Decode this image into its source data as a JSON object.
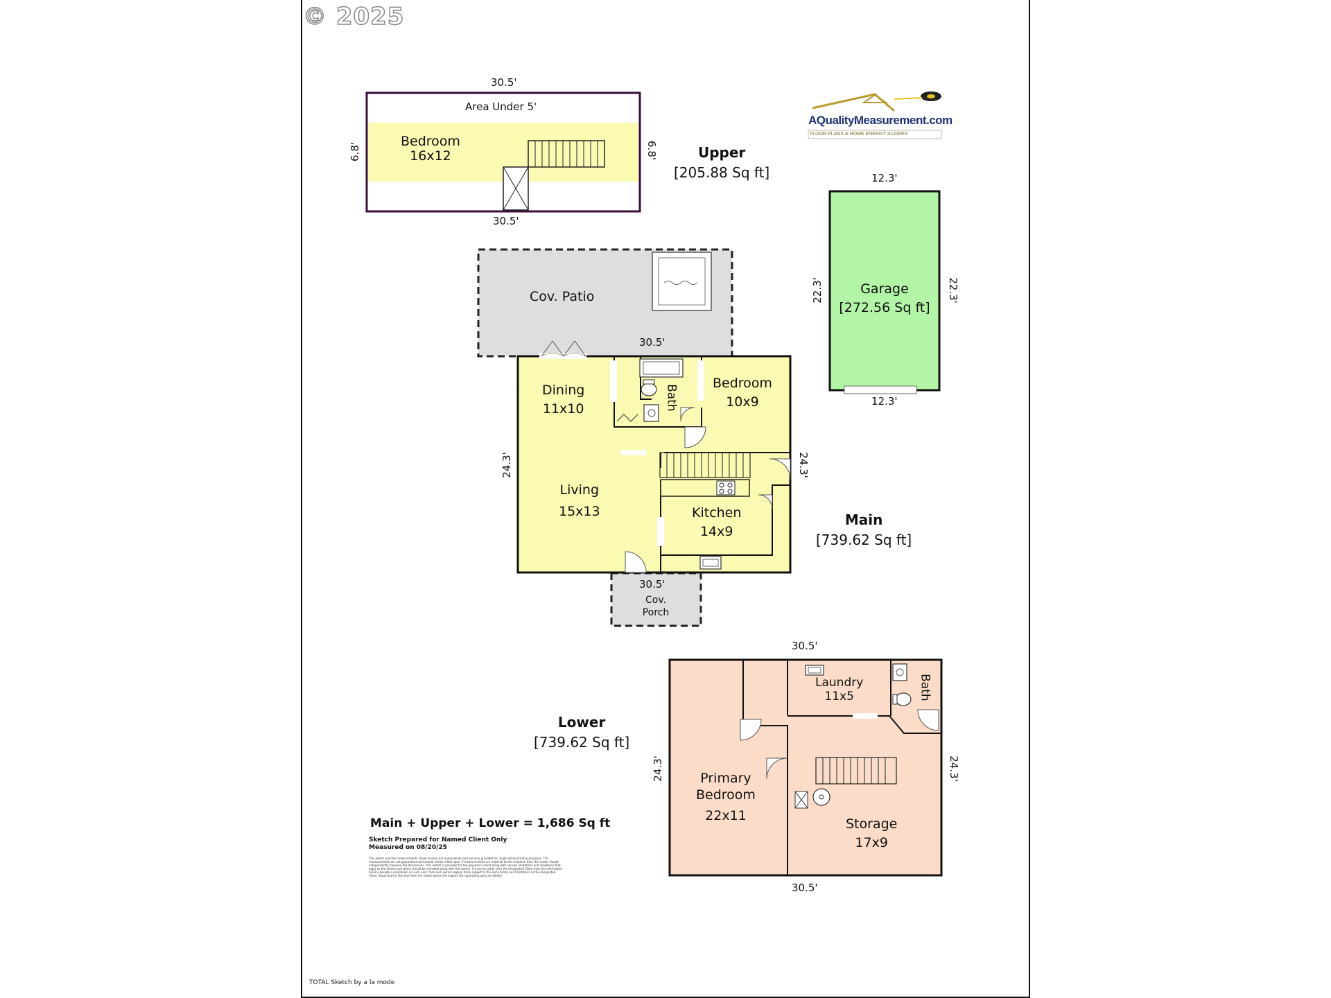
{
  "watermark": "© 2025",
  "logo": {
    "brand": "AQualityMeasurement.com",
    "tagline": "FLOOR PLANS & HOME ENERGY SCORES"
  },
  "upper": {
    "title": "Upper",
    "area": "[205.88 Sq ft]",
    "dims": {
      "top": "30.5'",
      "bottom": "30.5'",
      "left": "6.8'",
      "right": "6.8'"
    },
    "area_under": "Area Under 5'",
    "bedroom": {
      "name": "Bedroom",
      "size": "16x12"
    }
  },
  "garage": {
    "name": "Garage",
    "area": "[272.56 Sq ft]",
    "dims": {
      "top": "12.3'",
      "bottom": "12.3'",
      "left": "22.3'",
      "right": "22.3'"
    }
  },
  "main": {
    "title": "Main",
    "area": "[739.62 Sq ft]",
    "dims": {
      "top": "30.5'",
      "bottom": "30.5'",
      "left": "24.3'",
      "right": "24.3'"
    },
    "patio": "Cov. Patio",
    "porch": [
      "Cov.",
      "Porch"
    ],
    "dining": {
      "name": "Dining",
      "size": "11x10"
    },
    "bath": "Bath",
    "bedroom": {
      "name": "Bedroom",
      "size": "10x9"
    },
    "living": {
      "name": "Living",
      "size": "15x13"
    },
    "kitchen": {
      "name": "Kitchen",
      "size": "14x9"
    }
  },
  "lower": {
    "title": "Lower",
    "area": "[739.62 Sq ft]",
    "dims": {
      "top": "30.5'",
      "bottom": "30.5'",
      "left": "24.3'",
      "right": "24.3'"
    },
    "laundry": {
      "name": "Laundry",
      "size": "11x5"
    },
    "bath": "Bath",
    "primary": {
      "name1": "Primary",
      "name2": "Bedroom",
      "size": "22x11"
    },
    "storage": {
      "name": "Storage",
      "size": "17x9"
    }
  },
  "total": "Main + Upper + Lower = 1,686 Sq ft",
  "prepared": "Sketch Prepared for Named Client Only",
  "measured": "Measured on 08/20/25",
  "disclaimer": "This sketch and the measurements shown hereon are approximate and are only provided for rough demonstrative purposes. The measurements are not guaranteed and should not be relied upon. If measurements are material to the recipient, then the reader should independently measure the dimensions. This sketch is provided for the preparer's client along with various limitations and conditions that apply to this sketch and which should be reviewed along with this sketch. If a person other than the designated Client uses the information herein (despite a prohibition on such use), then such person agrees to be subject to the same terms and limitations as the designated Client. Separation of this text from the sketch above will subject the separating party to liability.",
  "credit": "TOTAL Sketch by a la mode",
  "colors": {
    "yellow": "#fafab3",
    "green": "#b3f5a6",
    "peach": "#fbdcc9",
    "gray": "#dedede",
    "upper_border": "#3a0d3a"
  }
}
